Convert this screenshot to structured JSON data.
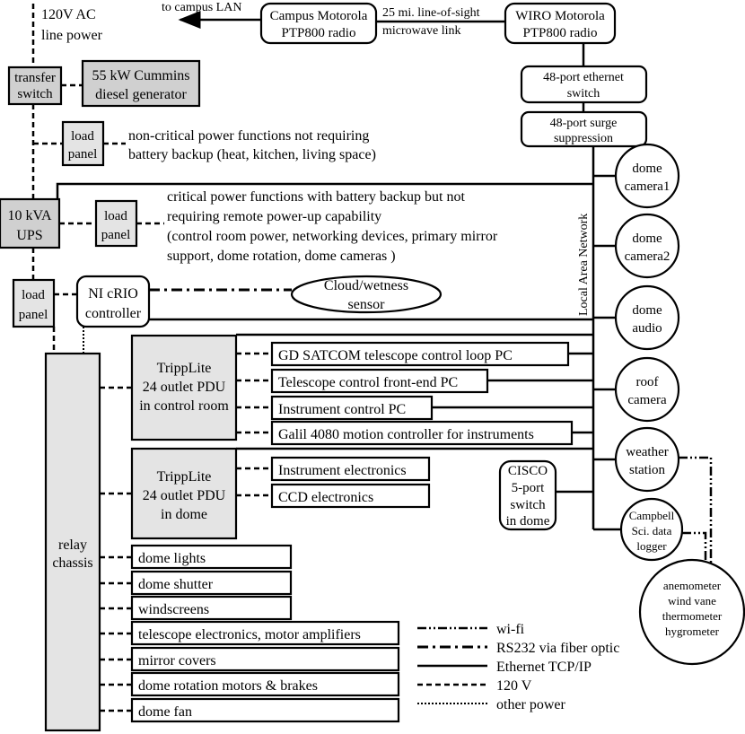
{
  "power": {
    "line_power_1": "120V AC",
    "line_power_2": "line power",
    "transfer_switch_1": "transfer",
    "transfer_switch_2": "switch",
    "generator_1": "55 kW Cummins",
    "generator_2": "diesel generator",
    "load_panel_a_1": "load",
    "load_panel_a_2": "panel",
    "noncritical_1": "non-critical power functions not requiring",
    "noncritical_2": "battery backup (heat, kitchen, living space)",
    "ups_1": "10 kVA",
    "ups_2": "UPS",
    "load_panel_b_1": "load",
    "load_panel_b_2": "panel",
    "critical_1": "critical power functions with battery backup but not",
    "critical_2": "requiring remote power-up capability",
    "critical_3": "(control room power, networking devices, primary mirror",
    "critical_4": "support, dome rotation, dome cameras  )",
    "load_panel_c_1": "load",
    "load_panel_c_2": "panel",
    "crio_1": "NI cRIO",
    "crio_2": "controller",
    "cloud_1": "Cloud/wetness",
    "cloud_2": "sensor"
  },
  "network": {
    "campus_lan": "to campus LAN",
    "campus_radio_1": "Campus Motorola",
    "campus_radio_2": "PTP800 radio",
    "link_1": "25 mi. line-of-sight",
    "link_2": "microwave link",
    "wiro_radio_1": "WIRO Motorola",
    "wiro_radio_2": "PTP800 radio",
    "switch48_1": "48-port ethernet",
    "switch48_2": "switch",
    "surge_1": "48-port surge",
    "surge_2": "suppression",
    "lan_label": "Local Area Network",
    "cisco_1": "CISCO",
    "cisco_2": "5-port",
    "cisco_3": "switch",
    "cisco_4": "in dome"
  },
  "circles": {
    "dome_camera1_1": "dome",
    "dome_camera1_2": "camera1",
    "dome_camera2_1": "dome",
    "dome_camera2_2": "camera2",
    "dome_audio_1": "dome",
    "dome_audio_2": "audio",
    "roof_camera_1": "roof",
    "roof_camera_2": "camera",
    "weather_1": "weather",
    "weather_2": "station",
    "campbell_1": "Campbell",
    "campbell_2": "Sci. data",
    "campbell_3": "logger",
    "anemo_1": "anemometer",
    "anemo_2": "wind vane",
    "anemo_3": "thermometer",
    "anemo_4": "hygrometer"
  },
  "pdu": {
    "control_1": "TrippLite",
    "control_2": "24 outlet PDU",
    "control_3": "in control room",
    "dome_1": "TrippLite",
    "dome_2": "24 outlet PDU",
    "dome_3": "in dome"
  },
  "devices": {
    "gd_satcom": "GD SATCOM telescope control loop PC",
    "frontend": "Telescope control front-end PC",
    "instrument_pc": "Instrument control PC",
    "galil": "Galil 4080 motion controller for instruments",
    "instr_elec": "Instrument electronics",
    "ccd_elec": "CCD electronics"
  },
  "relay": {
    "label_1": "relay",
    "label_2": "chassis",
    "items": [
      "dome lights",
      "dome shutter",
      "windscreens",
      "telescope electronics, motor amplifiers",
      "mirror covers",
      "dome rotation motors & brakes",
      "dome fan"
    ]
  },
  "legend": {
    "wifi": "wi-fi",
    "rs232": "RS232 via fiber optic",
    "ethernet": "Ethernet TCP/IP",
    "v120": "120 V",
    "other": "other power"
  }
}
